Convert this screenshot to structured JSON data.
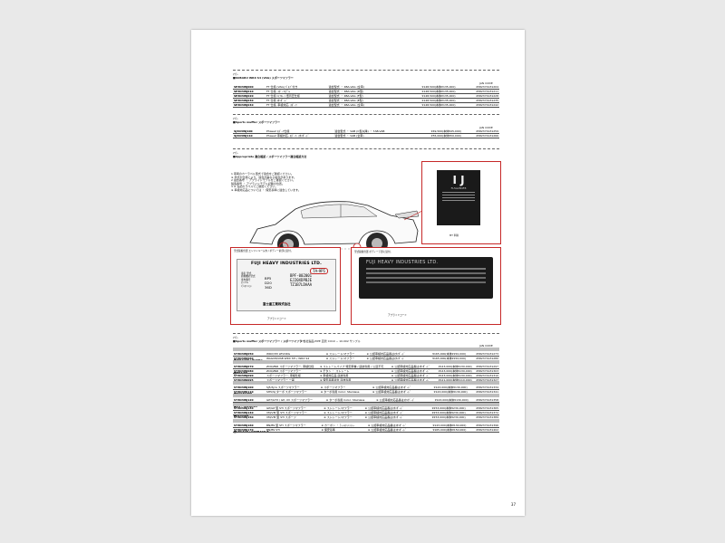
{
  "page_number": "37",
  "sections": [
    {
      "label": "ﾏﾌﾗｰ",
      "title": "■SUBARU WRX S4 (VAG)  スポーツマフラー",
      "jan_label": "JAN CODE",
      "rows": [
        [
          "SE3D3WJ000",
          "FT 仕様 (VAG) ﾊﾞﾙﾌﾞ付き",
          "適合型式 ・ 4BA-VAG (全車)",
          "¥148,500(本体¥135,000)",
          "4582371931204"
        ],
        [
          "SE3D3WJ010",
          "FT 仕様, ｽﾎﾟｰﾂﾓﾃﾞﾙ",
          "適合型式 ・ 4BA-VAG (D型)",
          "¥148,500(本体¥135,000)",
          "4582371931211"
        ],
        [
          "SE3D3WJ020",
          "FT 仕様 ﾊｲﾌﾛｰ / 低背圧仕様",
          "適合型式 ・ 4BA-VAG (F型)",
          "¥148,500(本体¥135,000)",
          "4582371931228"
        ],
        [
          "SE3D3WJ030",
          "FT 仕様 ｽﾀﾝﾀﾞｰﾄﾞ",
          "適合型式 ・ 4BA-VAG (E型)",
          "¥148,500(本体¥135,000)",
          "4582371931235"
        ],
        [
          "SE3D3WJ040",
          "FT 仕様, 車検対応, ｽﾎﾟｰﾂ",
          "適合型式 ・ 4BA-VAG (全車)",
          "¥148,500(本体¥135,000)",
          "4582371931242"
        ]
      ]
    },
    {
      "label": "ﾏﾌﾗｰ",
      "title": "■Sports muffler  スポーツマフラー",
      "jan_label": "JAN CODE",
      "rows": [
        [
          "SJ3D3WJ100",
          "Phase2 ｽﾎﾟｰﾂ仕様",
          "適合型式 ・ VAB (C型以降) ・ 7AB-VAB",
          "¥49,500(本体¥45,000)",
          "4582371931259"
        ],
        [
          "SJ3D3WJ110",
          "Phase2 車検対応, ｽﾎﾟｰﾂ, ｽﾀﾝﾀﾞｰﾄﾞ",
          "適合型式 ・ VAB (全車)",
          "¥55,000(本体¥50,000)",
          "4582371931266"
        ]
      ]
    }
  ],
  "id_section": {
    "label": "ﾏﾌﾗｰ",
    "title": "■Appropriate 適合確認 / スポーツマフラー適合確認方法",
    "notes": [
      "1  車両のカーラベル型式で適合をご確認ください。",
      "   ※ 年式や仕様により、適合が異なる場合があります。",
      "2  適合番号 ・ アプライドモデルをご確認ください。",
      "   製造番号 ・ アプライドモデル記載の位置。",
      "3  ※ 左記のラベルでご確認ください。",
      "   ※ 車検対応品については ・ 保安基準に適合しています。"
    ],
    "plate1_caption": "型式銘板位置 エンジンルーム内 / ボディー前部に貼付。",
    "plate1_maker": "FUJI HEAVY INDUSTRIES LTD.",
    "plate1_code": "7A-9P1",
    "plate1_lines": [
      "車名 型式",
      "原動機の型式",
      "車台番号",
      "ｶﾗｰﾄﾘﾑ",
      "ﾄﾗﾝｽﾐｯｼｮﾝ"
    ],
    "plate1_values": [
      "BPF-002001",
      "EJ20XDPBJE",
      "TZ1B7LDAAA"
    ],
    "plate1_left": [
      "BP5",
      "D20",
      "36D"
    ],
    "plate1_company": "富士重工業株式会社",
    "plate1_arrow": "アプライドコード",
    "plate2_caption": "型式銘板位置 ボディー下部に貼付。",
    "plate2_maker": "FUJI HEAVY INDUSTRIES LTD.",
    "plate2_arrow": "アプライドコード",
    "plate3_big": "I J",
    "plate3_small": "FL5A2B4F8",
    "plate3_caption": "MT 車種"
  },
  "parts_section": {
    "label": "ﾏﾌﾗｰ",
    "title": "■Sports muffler  スポーツマフラー / スポーツマフラー",
    "subtitle": "※ 当社製品 PIPE 直管 CU10 ~ 10.002 サンプル",
    "jan_label": "JAN CODE",
    "groups": [
      {
        "name": "■WRX/STI  LEVORG",
        "rows": [
          [
            "ST3D3WJ050",
            "WRX/VM LEVORG",
            "※ ストレート/マフラー",
            "※ 公認車検対応品番はｽﾀﾝﾀﾞｰﾄﾞ",
            "¥165,000(本体¥150,000)",
            "4582371931273"
          ],
          [
            "ST3D3WJ060",
            "WAGON/VAB WRX STI / WRX S4",
            "※ ストレート/マフラー",
            "※ 公認車検対応品番はｽﾀﾝﾀﾞｰﾄﾞ",
            "¥165,000(本体¥150,000)",
            "4582371931280"
          ]
        ]
      },
      {
        "name": "■BRZ/86",
        "rows": [
          [
            "ST3D3WJ070",
            "ZC6/ZN6 スポーツマフラー, 車検仕様",
            "※ ストレートパイプ 特定車種 / 競技専用 / 公道不可",
            "※ 公認車検対応品番はｽﾀﾝﾀﾞｰﾄﾞ",
            "¥143,000(本体¥130,000)",
            "4582371931297"
          ],
          [
            "ST3D3WJ080",
            "ZC6/ZN6 スポーツマフラー",
            "※ チタン ・ ストレート",
            "※ 公認車検対応品番はｽﾀﾝﾀﾞｰﾄﾞ",
            "¥143,000(本体¥130,000)",
            "4582371931303"
          ],
          [
            "ST3D3WJ090",
            "スポーツマフラー, 車検仕様",
            "※ 車検対応品 競技専用",
            "※ 公認車検対応品番はｽﾀﾝﾀﾞｰﾄﾞ",
            "¥143,000(本体¥130,000)",
            "4582371931310"
          ],
          [
            "ST3D3WJ095",
            "スポーツマフラー 一般",
            "※ 保安基準適合 競技専用",
            "※ 公認車検対応品番はｽﾀﾝﾀﾞｰﾄﾞ",
            "¥121,000(本体¥110,000)",
            "4582371931327"
          ]
        ]
      },
      {
        "name": "■FORESTER",
        "rows": [
          [
            "ST3D3WJ100",
            "SJ5/SJ G スポーツマフラー",
            "※ スポーツマフラー",
            "※ 公認車検対応品番はｽﾀﾝﾀﾞｰﾄﾞ",
            "¥143,000(本体¥130,000)",
            "4582371931334"
          ],
          [
            "ST3D3WJ110",
            "SH5/SJ ターボ スポーツマフラー",
            "※ ターボ専用  Color: Stainless",
            "※ 公認車検対応品番はｽﾀﾝﾀﾞｰﾄﾞ",
            "¥143,000(本体¥130,000)",
            "4582371931341"
          ]
        ]
      },
      {
        "name": "■XV / IMPREZA",
        "rows": [
          [
            "ST3D3WJ120",
            "GP7/GT3 / GP, XV スポーツマフラー",
            "※ ターボ専用  Color: Stainless",
            "※ 公認車検対応品番はｽﾀﾝﾀﾞｰﾄﾞ",
            "¥143,000(本体¥130,000)",
            "4582371931358"
          ]
        ]
      },
      {
        "name": "■LEVORG",
        "rows": [
          [
            "ST3D3WJ130",
            "GP/GP 型 STI スポーツマフラー",
            "※ ストレート/マフラー",
            "※ 公認車検対応品番はｽﾀﾝﾀﾞｰﾄﾞ",
            "¥253,000(本体¥230,000)",
            "4582371931365"
          ],
          [
            "ST3D3WJ140",
            "VM/VM 型 STI スポーツマフラー",
            "※ ストレート/マフラー",
            "※ 公認車検対応品番はｽﾀﾝﾀﾞｰﾄﾞ",
            "¥253,000(本体¥230,000)",
            "4582371931372"
          ],
          [
            "ST3D3WJ150",
            "VM/VM 型 STI スポーツ",
            "※ ストレート/マフラー",
            "※ 公認車検対応品番はｽﾀﾝﾀﾞｰﾄﾞ",
            "¥253,000(本体¥230,000)",
            "4582371931389"
          ]
        ]
      },
      {
        "name": "■LEGACY / OUTBACK B",
        "rows": [
          [
            "ST3D3WJ160",
            "BN/BS 型 STI スポーツマフラー",
            "※ カーボン ・ ﾃｨｰﾙﾌｨﾆｯｼｬｰ",
            "※ 公認車検対応品番はｽﾀﾝﾀﾞｰﾄﾞ",
            "¥143,000(本体¥130,000)",
            "4582371931396"
          ],
          [
            "ST3D3WJ170",
            "BN/BS STI",
            "※ 保安基準",
            "※ 公認車検対応品番はｽﾀﾝﾀﾞｰﾄﾞ",
            "¥165,000(本体¥150,000)",
            "4582371931402"
          ]
        ]
      }
    ]
  }
}
